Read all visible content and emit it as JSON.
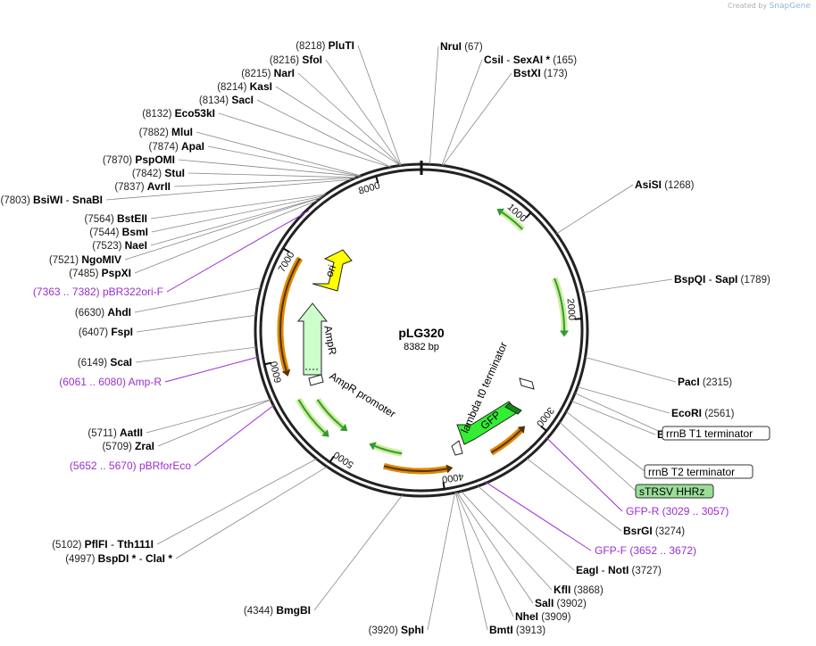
{
  "credit": {
    "prefix": "Created by",
    "brand": "SnapGene"
  },
  "plasmid": {
    "name": "pLG320",
    "size": "8382 bp",
    "length": 8382
  },
  "ticks": [
    "1000",
    "2000",
    "3000",
    "4000",
    "5000",
    "6000",
    "7000",
    "8000"
  ],
  "features": [
    {
      "id": "ori",
      "label": "ori",
      "color": "#ffff00"
    },
    {
      "id": "ampr",
      "label": "AmpR",
      "color": "#ccffcc"
    },
    {
      "id": "ampr-promoter",
      "label": "AmpR promoter",
      "color": "#ffffff"
    },
    {
      "id": "gfp",
      "label": "GFP",
      "color": "#33ee33"
    },
    {
      "id": "lambda",
      "label": "lambda t0 terminator",
      "color": "#ffffff"
    }
  ],
  "sites_right": [
    {
      "name": "NruI",
      "pos": "(67)"
    },
    {
      "name": "CsiI",
      "extra": "SexAI *",
      "pos": "(165)"
    },
    {
      "name": "BstXI",
      "pos": "(173)"
    },
    {
      "name": "AsiSI",
      "pos": "(1268)"
    },
    {
      "name": "BspQI",
      "extra": "SapI",
      "pos": "(1789)"
    },
    {
      "name": "PacI",
      "pos": "(2315)"
    },
    {
      "name": "EcoRI",
      "pos": "(2561)"
    },
    {
      "name": "BlpI",
      "pos": "(2685)"
    },
    {
      "name": "BsrGI",
      "pos": "(3274)"
    },
    {
      "name": "EagI",
      "extra": "NotI",
      "pos": "(3727)"
    },
    {
      "name": "KflI",
      "pos": "(3868)"
    },
    {
      "name": "SalI",
      "pos": "(3902)"
    },
    {
      "name": "NheI",
      "pos": "(3909)"
    },
    {
      "name": "BmtI",
      "pos": "(3913)"
    }
  ],
  "sites_left": [
    {
      "name": "PluTI",
      "pos": "(8218)"
    },
    {
      "name": "SfoI",
      "pos": "(8216)"
    },
    {
      "name": "NarI",
      "pos": "(8215)"
    },
    {
      "name": "KasI",
      "pos": "(8214)"
    },
    {
      "name": "SacI",
      "pos": "(8134)"
    },
    {
      "name": "Eco53kI",
      "pos": "(8132)"
    },
    {
      "name": "MluI",
      "pos": "(7882)"
    },
    {
      "name": "ApaI",
      "pos": "(7874)"
    },
    {
      "name": "PspOMI",
      "pos": "(7870)"
    },
    {
      "name": "StuI",
      "pos": "(7842)"
    },
    {
      "name": "AvrII",
      "pos": "(7837)"
    },
    {
      "name": "BsiWI",
      "extra": "SnaBI",
      "pos": "(7803)"
    },
    {
      "name": "BstEII",
      "pos": "(7564)"
    },
    {
      "name": "BsmI",
      "pos": "(7544)"
    },
    {
      "name": "NaeI",
      "pos": "(7523)"
    },
    {
      "name": "NgoMIV",
      "pos": "(7521)"
    },
    {
      "name": "PspXI",
      "pos": "(7485)"
    },
    {
      "name": "AhdI",
      "pos": "(6630)"
    },
    {
      "name": "FspI",
      "pos": "(6407)"
    },
    {
      "name": "ScaI",
      "pos": "(6149)"
    },
    {
      "name": "AatII",
      "pos": "(5711)"
    },
    {
      "name": "ZraI",
      "pos": "(5709)"
    },
    {
      "name": "PflFI",
      "extra": "Tth111I",
      "pos": "(5102)"
    },
    {
      "name": "BspDI *",
      "extra": "ClaI *",
      "pos": "(4997)"
    },
    {
      "name": "BmgBI",
      "pos": "(4344)"
    },
    {
      "name": "SphI",
      "pos": "(3920)"
    }
  ],
  "primers": [
    {
      "name": "pBR322ori-F",
      "range": "(7363 .. 7382)"
    },
    {
      "name": "Amp-R",
      "range": "(6061 .. 6080)"
    },
    {
      "name": "pBRforEco",
      "range": "(5652 .. 5670)"
    },
    {
      "name": "GFP-R",
      "range": "(3029 .. 3057)"
    },
    {
      "name": "GFP-F",
      "range": "(3652 .. 3672)"
    }
  ],
  "boxed_labels": [
    {
      "name": "rrnB T1 terminator",
      "fill": "#ffffff"
    },
    {
      "name": "rrnB T2 terminator",
      "fill": "#ffffff"
    },
    {
      "name": "sTRSV HHRz",
      "fill": "#99dd99"
    }
  ],
  "colors": {
    "primer": "#9a2ed0",
    "orf_arrow": "#339933",
    "orf_glow": "#ccee99",
    "orange_arrow": "#dd8800",
    "backbone": "#222222"
  }
}
